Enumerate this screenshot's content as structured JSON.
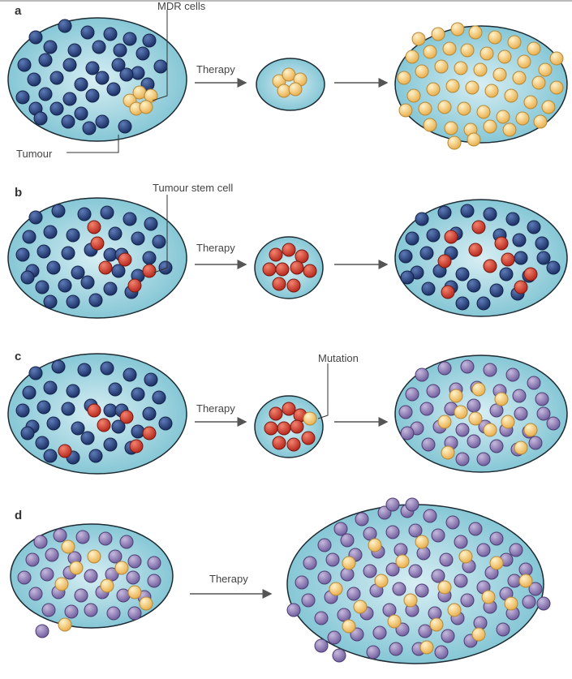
{
  "colors": {
    "tumour_fill_outer": "#7ec3d3",
    "tumour_fill_inner": "#d7eef3",
    "tumour_outline": "#1d2b33",
    "normal_cell": "#26407a",
    "mdr_cell": "#f6c86a",
    "stem_cell": "#d9392a",
    "mutant_cell": "#8f7fb4",
    "arrow": "#555555",
    "leader_line": "#333333"
  },
  "panels": [
    {
      "letter": "a",
      "labels": {
        "mdr": "MDR cells",
        "tumour": "Tumour",
        "therapy": "Therapy"
      }
    },
    {
      "letter": "b",
      "labels": {
        "stem": "Tumour stem cell",
        "therapy": "Therapy"
      }
    },
    {
      "letter": "c",
      "labels": {
        "mutation": "Mutation",
        "therapy": "Therapy"
      }
    },
    {
      "letter": "d",
      "labels": {
        "therapy": "Therapy"
      }
    }
  ]
}
